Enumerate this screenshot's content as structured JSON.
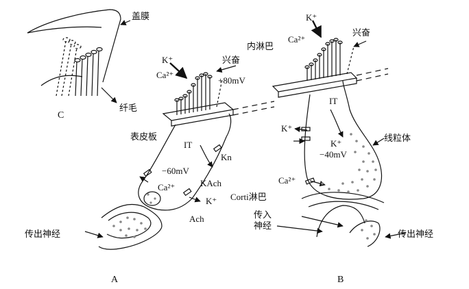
{
  "panels": {
    "A": "A",
    "B": "B",
    "C": "C"
  },
  "panel_c": {
    "membrane_label": "盖膜",
    "cilia_label": "纤毛"
  },
  "panel_a": {
    "k_label": "K⁺",
    "ca_label": "Ca²⁺",
    "excite_label": "兴奋",
    "voltage_endo": "+80mV",
    "cuticular_label": "表皮板",
    "it_label": "IT",
    "kn_label": "Kn",
    "voltage_cell": "−60mV",
    "ca_in": "Ca²⁺",
    "kach_label": "KAch",
    "k_out": "K⁺",
    "ach_label": "Ach",
    "efferent_label": "传出神经"
  },
  "panel_b": {
    "endolymph_label": "内淋巴",
    "k_label": "K⁺",
    "ca_label": "Ca²⁺",
    "excite_label": "兴奋",
    "it_label": "IT",
    "k_out": "K⁺",
    "k_in": "K⁺",
    "voltage_cell": "−40mV",
    "mito_label": "线粒体",
    "ca_in": "Ca²⁺",
    "cortilymph_label": "Corti淋巴",
    "afferent_label": "传入\n神经",
    "efferent_label": "传出神经"
  }
}
